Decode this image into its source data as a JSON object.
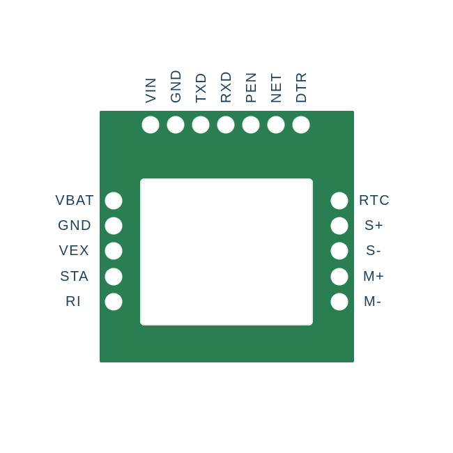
{
  "colors": {
    "board": "#2a7f52",
    "pad": "#ffffff",
    "chip": "#ffffff",
    "label": "#1f3f56"
  },
  "pins": {
    "top": [
      "VIN",
      "GND",
      "TXD",
      "RXD",
      "PEN",
      "NET",
      "DTR"
    ],
    "left": [
      "VBAT",
      "GND",
      "VEX",
      "STA",
      "RI"
    ],
    "right": [
      "RTC",
      "S+",
      "S-",
      "M+",
      "M-"
    ]
  }
}
